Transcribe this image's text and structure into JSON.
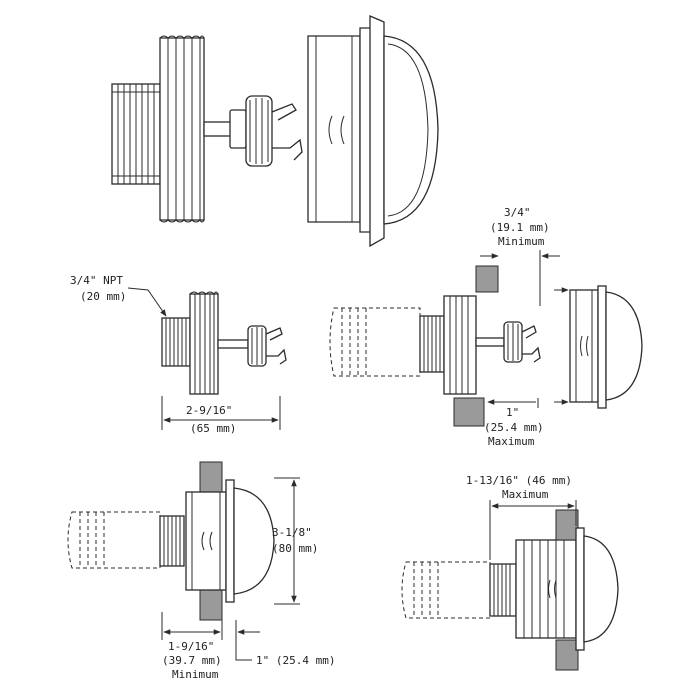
{
  "labels": {
    "npt_size": "3/4\" NPT",
    "npt_metric": "(20 mm)",
    "rough_width": "2-9/16\"",
    "rough_width_metric": "(65 mm)",
    "min_gap": "3/4\"",
    "min_gap_metric": "(19.1 mm)",
    "min_gap_qual": "Minimum",
    "max_wall": "1\"",
    "max_wall_metric": "(25.4 mm)",
    "max_wall_qual": "Maximum",
    "cover_height": "3-1/8\"",
    "cover_height_metric": "(80 mm)",
    "min_depth": "1-9/16\"",
    "min_depth_metric": "(39.7 mm)",
    "min_depth_qual": "Minimum",
    "wall_thick": "1\" (25.4 mm)",
    "max_depth": "1-13/16\" (46 mm)",
    "max_depth_qual": "Maximum"
  },
  "colors": {
    "line": "#2b2b2b",
    "wall_fill": "#9a9a9a",
    "background": "#ffffff"
  }
}
